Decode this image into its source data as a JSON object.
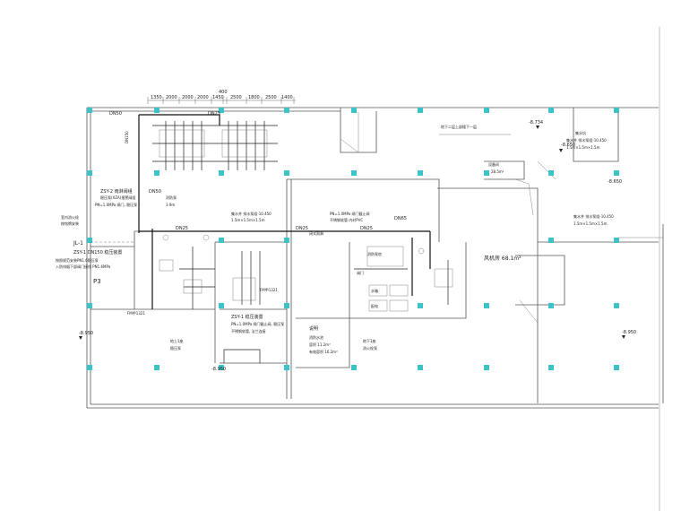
{
  "labels": {
    "dims_top": [
      "1350",
      "2000",
      "2000",
      "2000",
      "1450",
      "400",
      "2500",
      "1800",
      "2500",
      "1400"
    ],
    "pipe_left_top": "DN50",
    "pipe_mid_top": "DN25",
    "pipe_upper_riser": "DN150",
    "zsy2_a": "ZSY-2 雨淋阀组",
    "zsy2_b": "稳压泵(XZA)报警阀组",
    "zsy2_c": "PN=1.0MPa 闸门, 稳压泵",
    "zsy_1": "ZSY-1 DN150 稳压装置",
    "jl_1": "JL-1",
    "p3": "P3",
    "fm_1": "FM甲1321",
    "fm_2": "FM甲1321",
    "left_note_1": "室内消火栓",
    "left_note_2": "按铭牌安装",
    "left_note_3": "按照规范安装PN1.6稳压泵",
    "left_note_4": "入防排烟下部阀门接线 PN1.6MPa",
    "elev_left": "-8.950",
    "elev_left_bottom": "-8.950",
    "elev_right": "-8.950",
    "elev_upper_right": "-8.650",
    "elev_mid_right": "-8.650",
    "elev_top": "-8.734",
    "top_annotation": "地下二层上部楼下一层",
    "center_note": "闭式雨淋",
    "room_fan": "风机房 68.1m²",
    "room_pump": "消防泵房",
    "room_water": "水箱",
    "room_valve": "阀门",
    "room_electric": "配电",
    "water_pool_top": "集水坑",
    "water_pool_1": "集水井 排水泵组-10.450",
    "water_pool_2": "1.5m×1.5m×1.5m",
    "water_pool_3": "集水井 排水泵组-10.450",
    "water_pool_4": "1.5m×1.5m×1.5m",
    "water_pool_5": "集水井 排水泵组-10.450",
    "water_pool_6": "1.5m×1.5m×1.5m",
    "spec_1": "PN=1.0MPa 闸门截止阀",
    "spec_2": "不锈钢软管 内衬PVC",
    "spec_3": "ZSY-1 稳压装置",
    "spec_4": "PN=1.0MPa 闸门截止阀, 稳压泵",
    "spec_5": "不锈钢软管, 法兰连接",
    "notes_title": "说明",
    "notes_1": "消防水池",
    "notes_2": "容积 11.2m³",
    "notes_3": "有效容积 16.2m³",
    "bottom_left_1": "地上1座",
    "bottom_left_2": "稳压泵",
    "bottom_mid_1": "地下1座",
    "bottom_mid_2": "消火栓泵",
    "dn25_a": "DN25",
    "dn25_b": "DN25",
    "dn25_c": "DN25",
    "dn50_a": "DN50",
    "top_right_room": "设备间",
    "top_right_area": "28.5m²",
    "dn65": "DN65",
    "extra_1": "消防泵",
    "extra_2": "3.9m"
  }
}
